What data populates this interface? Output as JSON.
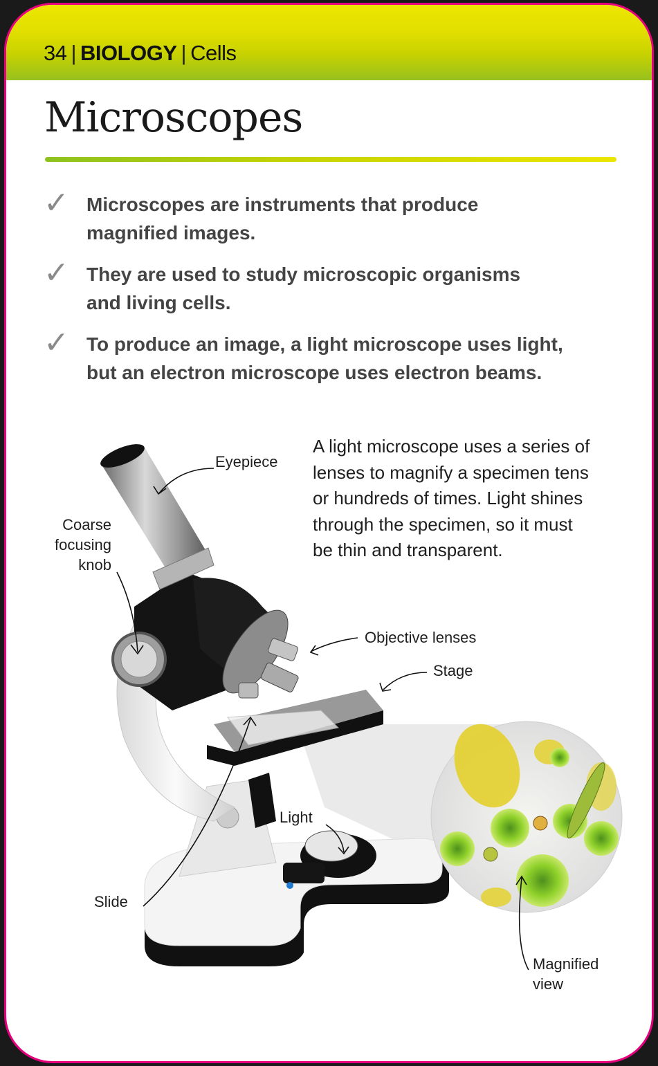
{
  "header": {
    "page_number": "34",
    "subject": "BIOLOGY",
    "topic": "Cells",
    "separator": "|"
  },
  "title": "Microscopes",
  "bullets": [
    {
      "icon": "checkmark-icon",
      "line1": "Microscopes are instruments that produce",
      "line2": "magnified images."
    },
    {
      "icon": "checkmark-icon",
      "line1": "They are used to study microscopic organisms",
      "line2": "and living cells."
    },
    {
      "icon": "checkmark-icon",
      "line1": "To produce an image, a light microscope uses light,",
      "line2": "but an electron microscope uses electron beams."
    }
  ],
  "description": {
    "lines": [
      "A light microscope uses a series of",
      "lenses to magnify a specimen tens",
      "or hundreds of times. Light shines",
      "through the specimen, so it must",
      "be thin and transparent."
    ]
  },
  "labels": {
    "eyepiece": "Eyepiece",
    "coarse_focusing_knob": [
      "Coarse",
      "focusing",
      "knob"
    ],
    "objective_lenses": "Objective lenses",
    "stage": "Stage",
    "light": "Light",
    "slide": "Slide",
    "magnified_view": [
      "Magnified",
      "view"
    ]
  },
  "colors": {
    "border": "#e6007e",
    "header_top": "#ece500",
    "header_bottom": "#97c11f",
    "rule_start": "#8cc21f",
    "rule_end": "#ece500",
    "check": "#8a8a8a"
  }
}
